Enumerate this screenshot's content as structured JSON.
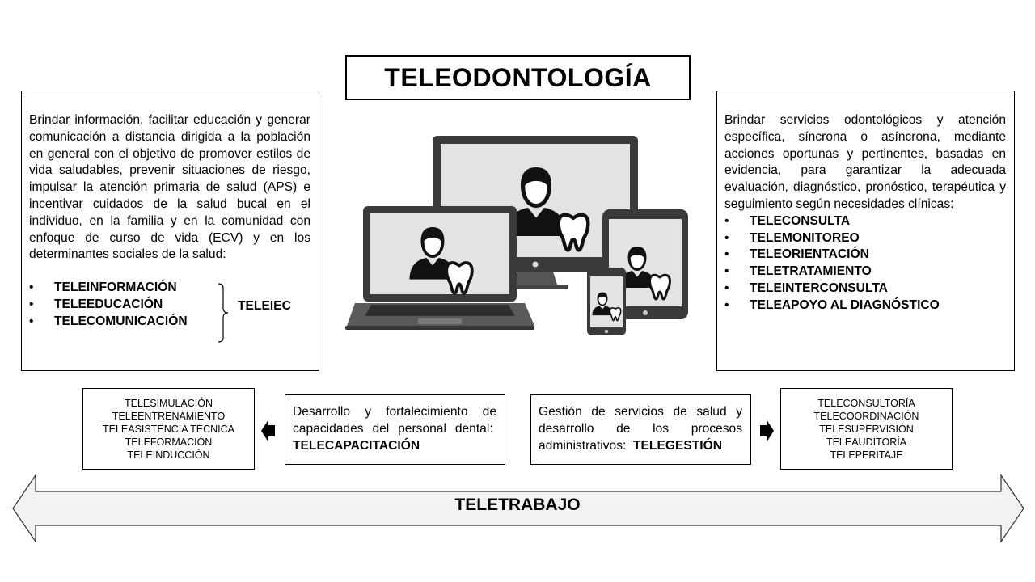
{
  "title": "TELEODONTOLOGÍA",
  "left_panel": {
    "description": "Brindar información, facilitar educación y generar comunicación a distancia dirigida a la población en general con el objetivo de promover estilos de vida saludables, prevenir situaciones de riesgo, impulsar la atención primaria de salud (APS) e incentivar cuidados de la salud bucal en el individuo, en la familia y en la comunidad con enfoque de curso de vida (ECV) y en los determinantes sociales de la salud:",
    "items": [
      "TELEINFORMACIÓN",
      "TELEEDUCACIÓN",
      "TELECOMUNICACIÓN"
    ],
    "group_label": "TELEIEC"
  },
  "right_panel": {
    "description": "Brindar servicios odontológicos y atención específica, síncrona o asíncrona, mediante acciones oportunas y pertinentes, basadas en evidencia, para garantizar la adecuada evaluación, diagnóstico, pronóstico, terapéutica y seguimiento según necesidades clínicas:",
    "items": [
      "TELECONSULTA",
      "TELEMONITOREO",
      "TELEORIENTACIÓN",
      "TELETRATAMIENTO",
      "TELEINTERCONSULTA",
      "TELEAPOYO AL DIAGNÓSTICO"
    ]
  },
  "capacitacion": {
    "text": "Desarrollo y fortalecimiento de capacidades del personal dental:",
    "label": "TELECAPACITACIÓN",
    "items": [
      "TELESIMULACIÓN",
      "TELEENTRENAMIENTO",
      "TELEASISTENCIA TÉCNICA",
      "TELEFORMACIÓN",
      "TELEINDUCCIÓN"
    ]
  },
  "gestion": {
    "text": "Gestión de servicios de salud y desarrollo de los procesos administrativos:",
    "label": "TELEGESTIÓN",
    "items": [
      "TELECONSULTORÍA",
      "TELECOORDINACIÓN",
      "TELESUPERVISIÓN",
      "TELEAUDITORÍA",
      "TELEPERITAJE"
    ]
  },
  "banner": "TELETRABAJO",
  "icons": {
    "devices": "devices-dentist-illustration",
    "arrow_left": "arrow-left-icon",
    "arrow_right": "arrow-right-icon"
  },
  "colors": {
    "banner_fill": "#f2f2f2",
    "device_frame": "#3a3a3a",
    "screen": "#e3e3e3"
  }
}
